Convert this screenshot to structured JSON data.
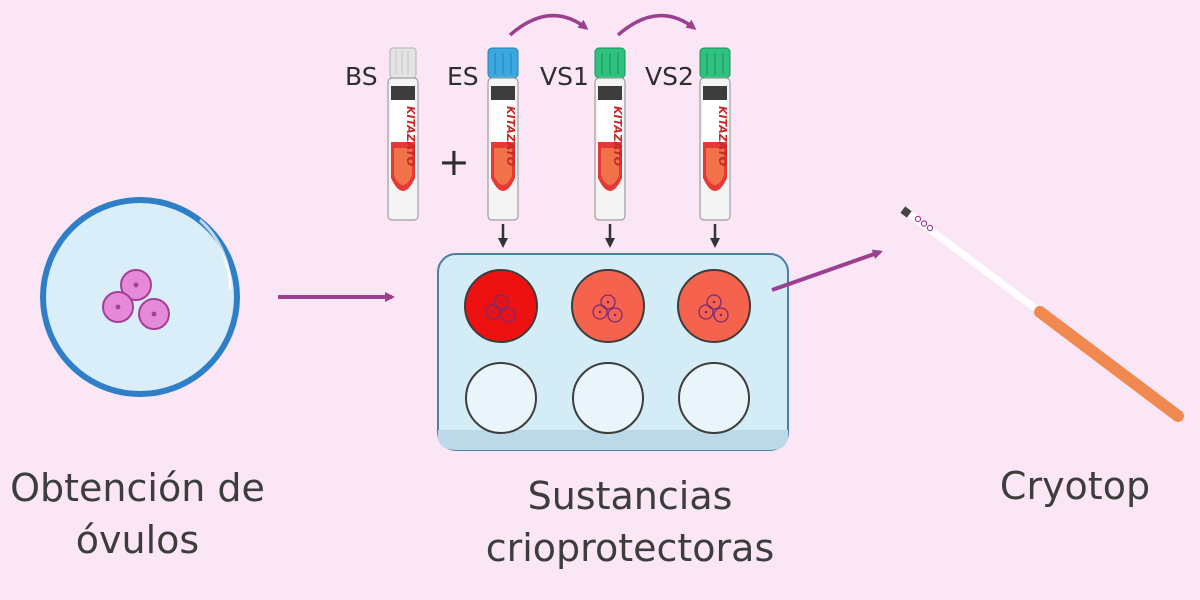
{
  "tubes": [
    {
      "label": "BS",
      "cap_color": "#e3e3e3",
      "brand": "KITAZATO"
    },
    {
      "label": "ES",
      "cap_color": "#3aa9df",
      "brand": "KITAZATO"
    },
    {
      "label": "VS1",
      "cap_color": "#2ec27e",
      "brand": "KITAZATO"
    },
    {
      "label": "VS2",
      "cap_color": "#2ec27e",
      "brand": "KITAZATO"
    }
  ],
  "plus_sign": "+",
  "captions": {
    "obtencion_line1": "Obtención de",
    "obtencion_line2": "óvulos",
    "sustancias_line1": "Sustancias",
    "sustancias_line2": "crioprotectoras",
    "cryotop": "Cryotop"
  },
  "colors": {
    "background": "#fbe6f6",
    "arrow": "#9b3f8f",
    "well_dark_red": "#ee1111",
    "well_light_red": "#f5624d",
    "plate": "#d4ecf6",
    "dish": "#d9eef8",
    "dish_border": "#2f7fc8",
    "oocyte": "#e58ad8",
    "cryotop_handle": "#f0894f"
  },
  "icons": [
    "petri-dish-icon",
    "oocyte-icon",
    "test-tube-icon",
    "well-plate-icon",
    "cryotop-icon",
    "arrow-icon"
  ]
}
